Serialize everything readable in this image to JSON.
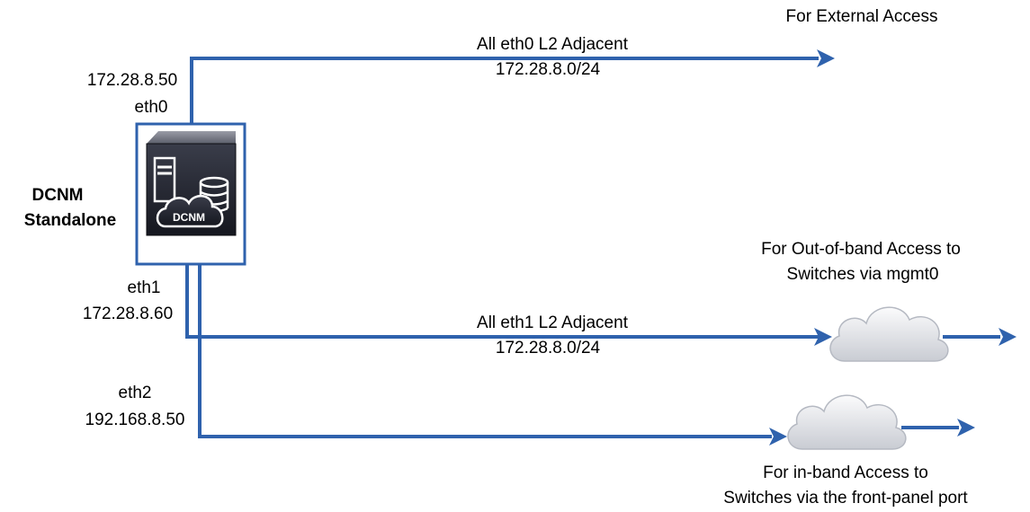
{
  "colors": {
    "link": "#2f62ad",
    "server_dark": "#1c1e28",
    "cloud": "#e8eaee"
  },
  "server": {
    "name_line1": "DCNM",
    "name_line2": "Standalone",
    "badge": "DCNM",
    "icon": "dcnm-server-icon"
  },
  "eth0": {
    "ip": "172.28.8.50",
    "iface": "eth0",
    "link_label": "All eth0 L2 Adjacent",
    "subnet": "172.28.8.0/24",
    "destination": "For External Access"
  },
  "eth1": {
    "iface": "eth1",
    "ip": "172.28.8.60",
    "link_label": "All eth1 L2 Adjacent",
    "subnet": "172.28.8.0/24",
    "dest_line1": "For Out-of-band Access to",
    "dest_line2": "Switches via mgmt0",
    "icon": "cloud-icon"
  },
  "eth2": {
    "iface": "eth2",
    "ip": "192.168.8.50",
    "dest_line1": "For in-band Access to",
    "dest_line2": "Switches via the front-panel port",
    "icon": "cloud-icon"
  }
}
